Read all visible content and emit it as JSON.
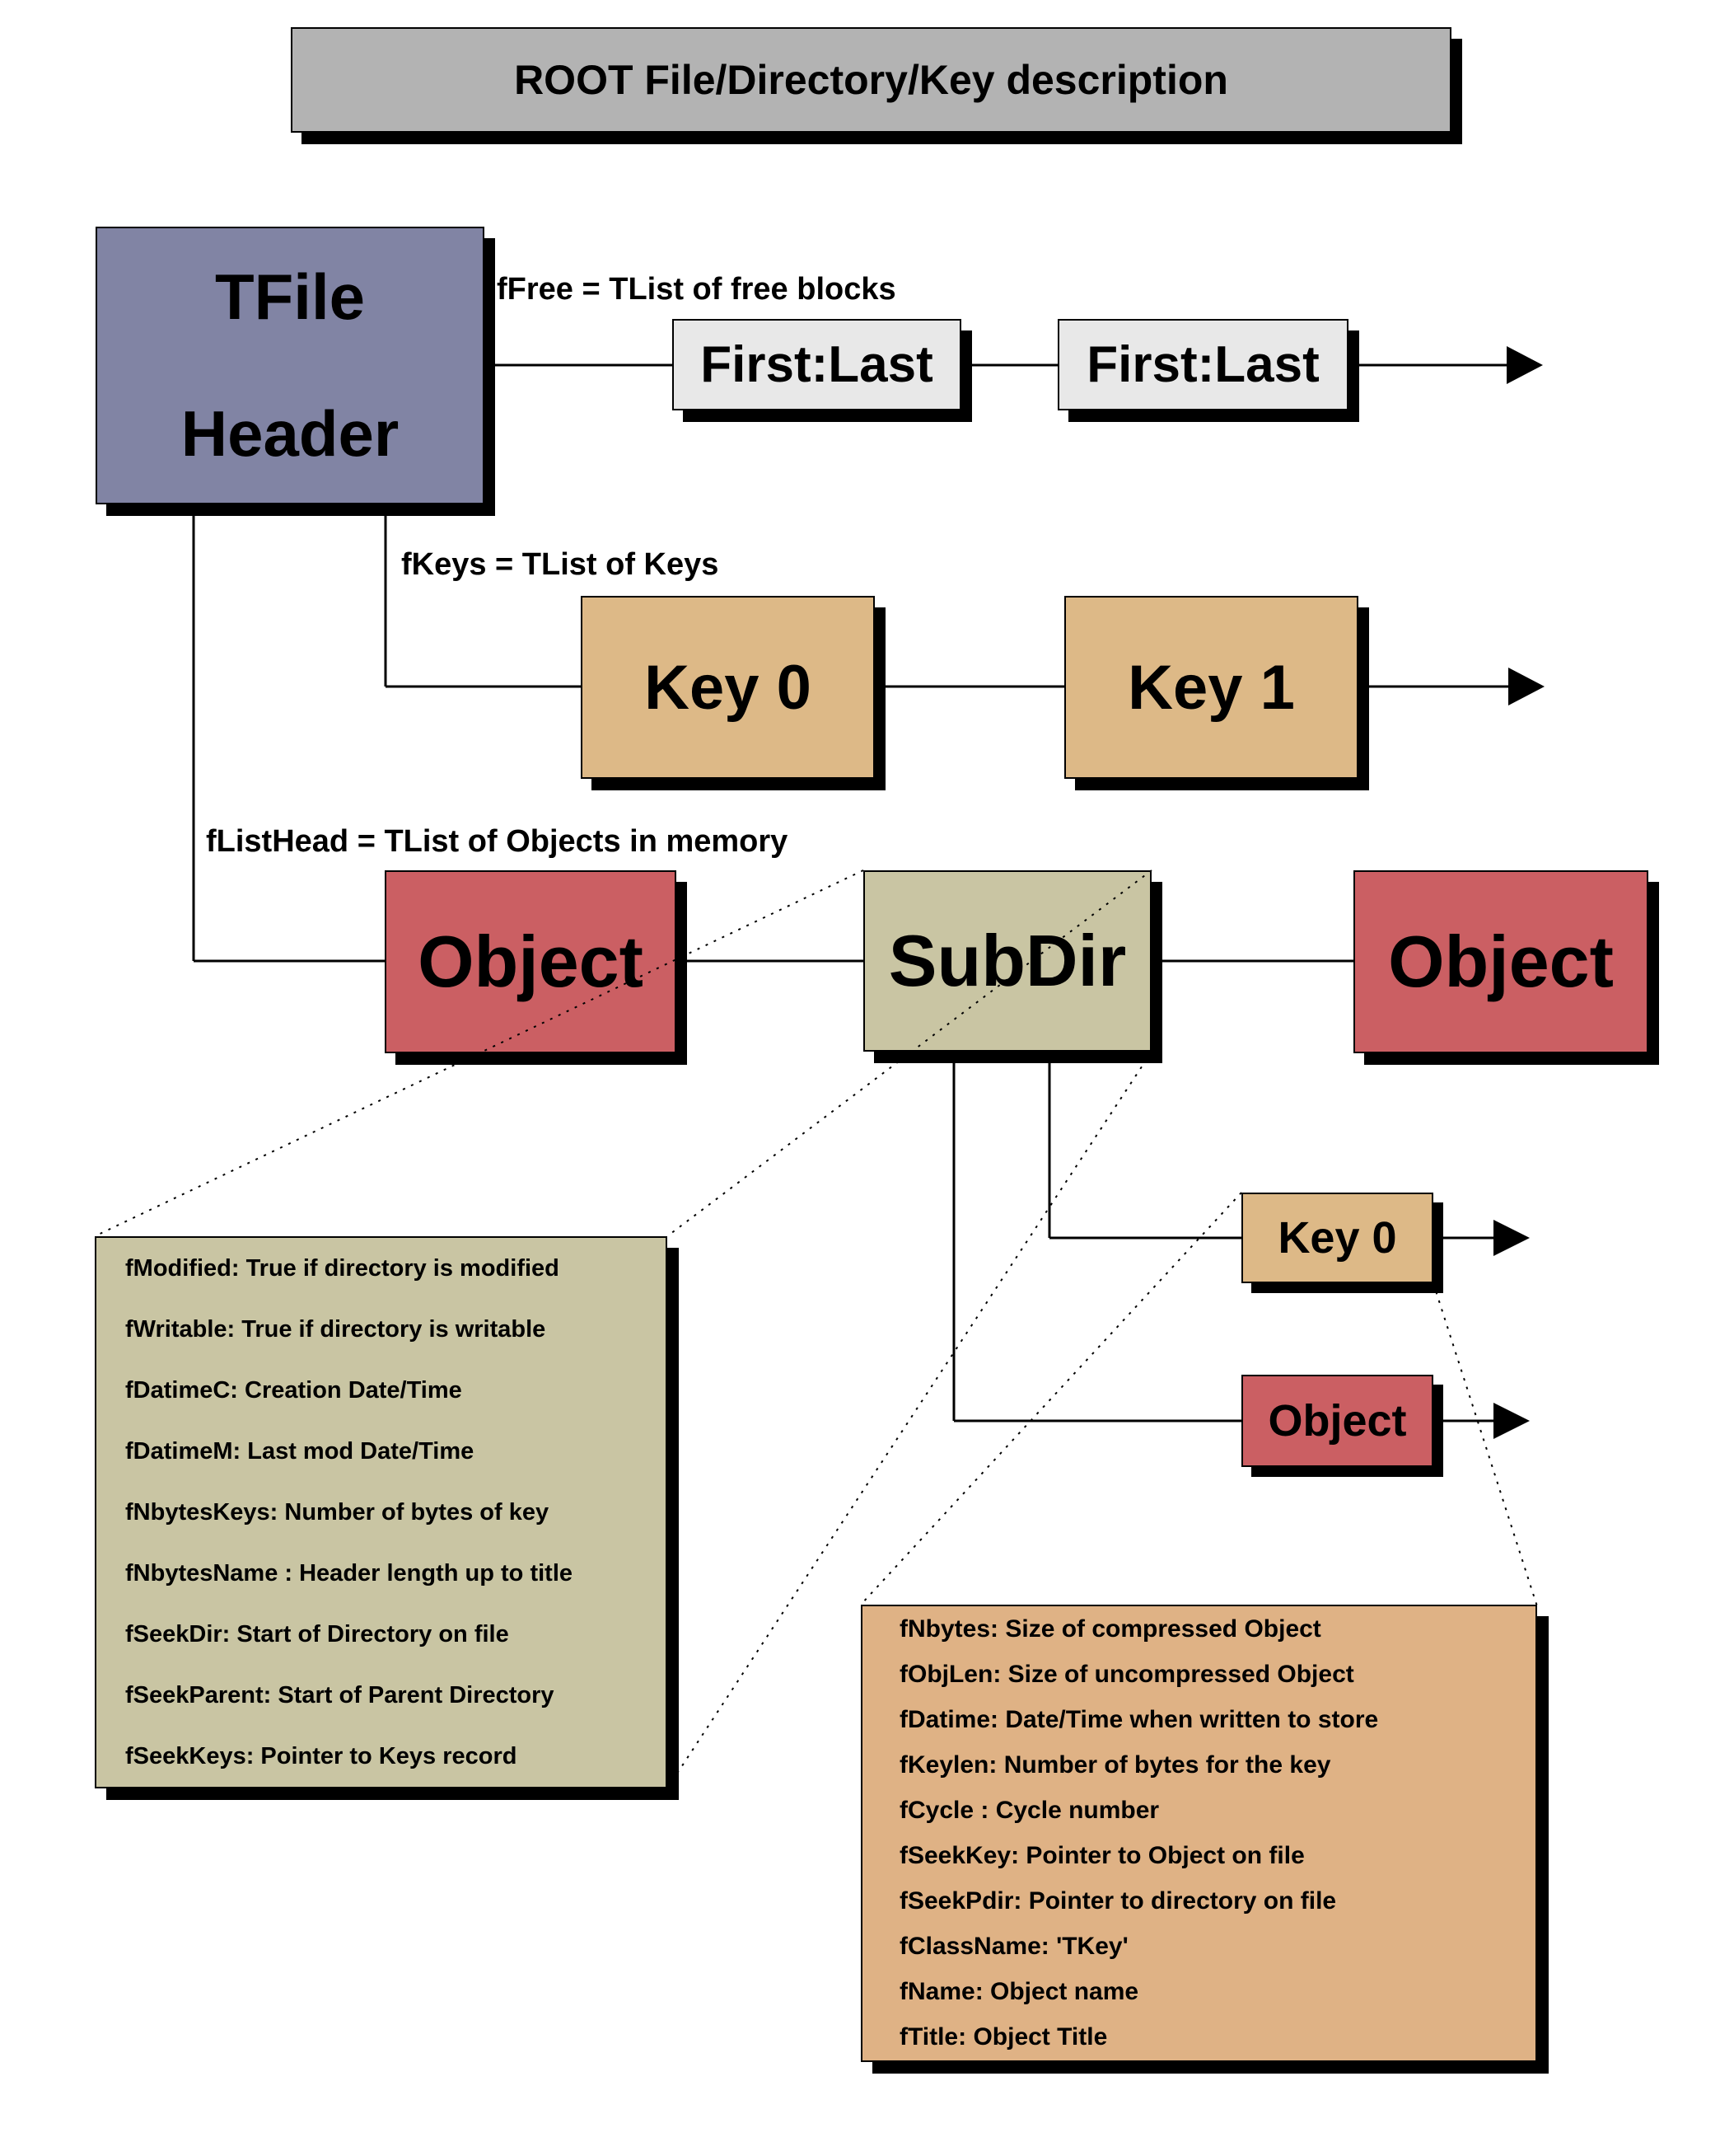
{
  "title": "ROOT File/Directory/Key description",
  "colors": {
    "title_bg": "#b3b3b3",
    "tfile_bg": "#8184a4",
    "firstlast_bg": "#e8e8e8",
    "key_bg": "#ddb987",
    "object_bg": "#cb5f63",
    "subdir_bg": "#c9c5a3",
    "dir_panel_bg": "#c9c5a3",
    "key_panel_bg": "#dfb285",
    "shadow": "#000000",
    "line": "#000000"
  },
  "tfile": {
    "line1": "TFile",
    "line2": "Header"
  },
  "free_list": {
    "label": "fFree = TList of free blocks",
    "nodes": [
      "First:Last",
      "First:Last"
    ]
  },
  "key_list": {
    "label": "fKeys = TList of Keys",
    "nodes": [
      "Key 0",
      "Key 1"
    ]
  },
  "object_list": {
    "label": "fListHead = TList of Objects in memory",
    "nodes": [
      "Object",
      "SubDir",
      "Object"
    ]
  },
  "subdir_children": {
    "key": "Key 0",
    "object": "Object"
  },
  "dir_panel": {
    "items": [
      "fModified: True if directory is modified",
      "fWritable: True if directory is writable",
      "fDatimeC: Creation Date/Time",
      "fDatimeM: Last mod Date/Time",
      "fNbytesKeys: Number of bytes of key",
      "fNbytesName : Header length up to title",
      "fSeekDir: Start of Directory on file",
      "fSeekParent: Start of Parent Directory",
      "fSeekKeys: Pointer to Keys record"
    ]
  },
  "key_panel": {
    "items": [
      "fNbytes: Size of compressed Object",
      "fObjLen: Size of uncompressed Object",
      "fDatime: Date/Time when written to store",
      "fKeylen: Number of bytes for the key",
      "fCycle : Cycle number",
      "fSeekKey: Pointer to Object on file",
      "fSeekPdir: Pointer to directory on file",
      "fClassName: 'TKey'",
      "fName: Object name",
      "fTitle: Object Title"
    ]
  }
}
